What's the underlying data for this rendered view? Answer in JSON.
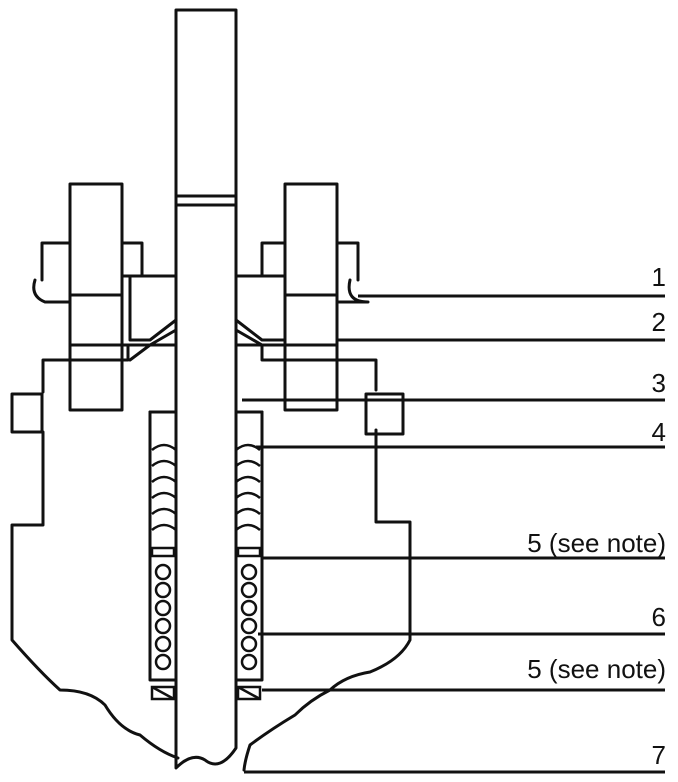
{
  "callouts": [
    {
      "id": "1",
      "text": "1"
    },
    {
      "id": "2",
      "text": "2"
    },
    {
      "id": "3",
      "text": "3"
    },
    {
      "id": "4",
      "text": "4"
    },
    {
      "id": "5a",
      "text": "5 (see note)"
    },
    {
      "id": "6",
      "text": "6"
    },
    {
      "id": "5b",
      "text": "5 (see note)"
    },
    {
      "id": "7",
      "text": "7"
    }
  ],
  "colors": {
    "line": "#111111",
    "background": "#ffffff"
  }
}
